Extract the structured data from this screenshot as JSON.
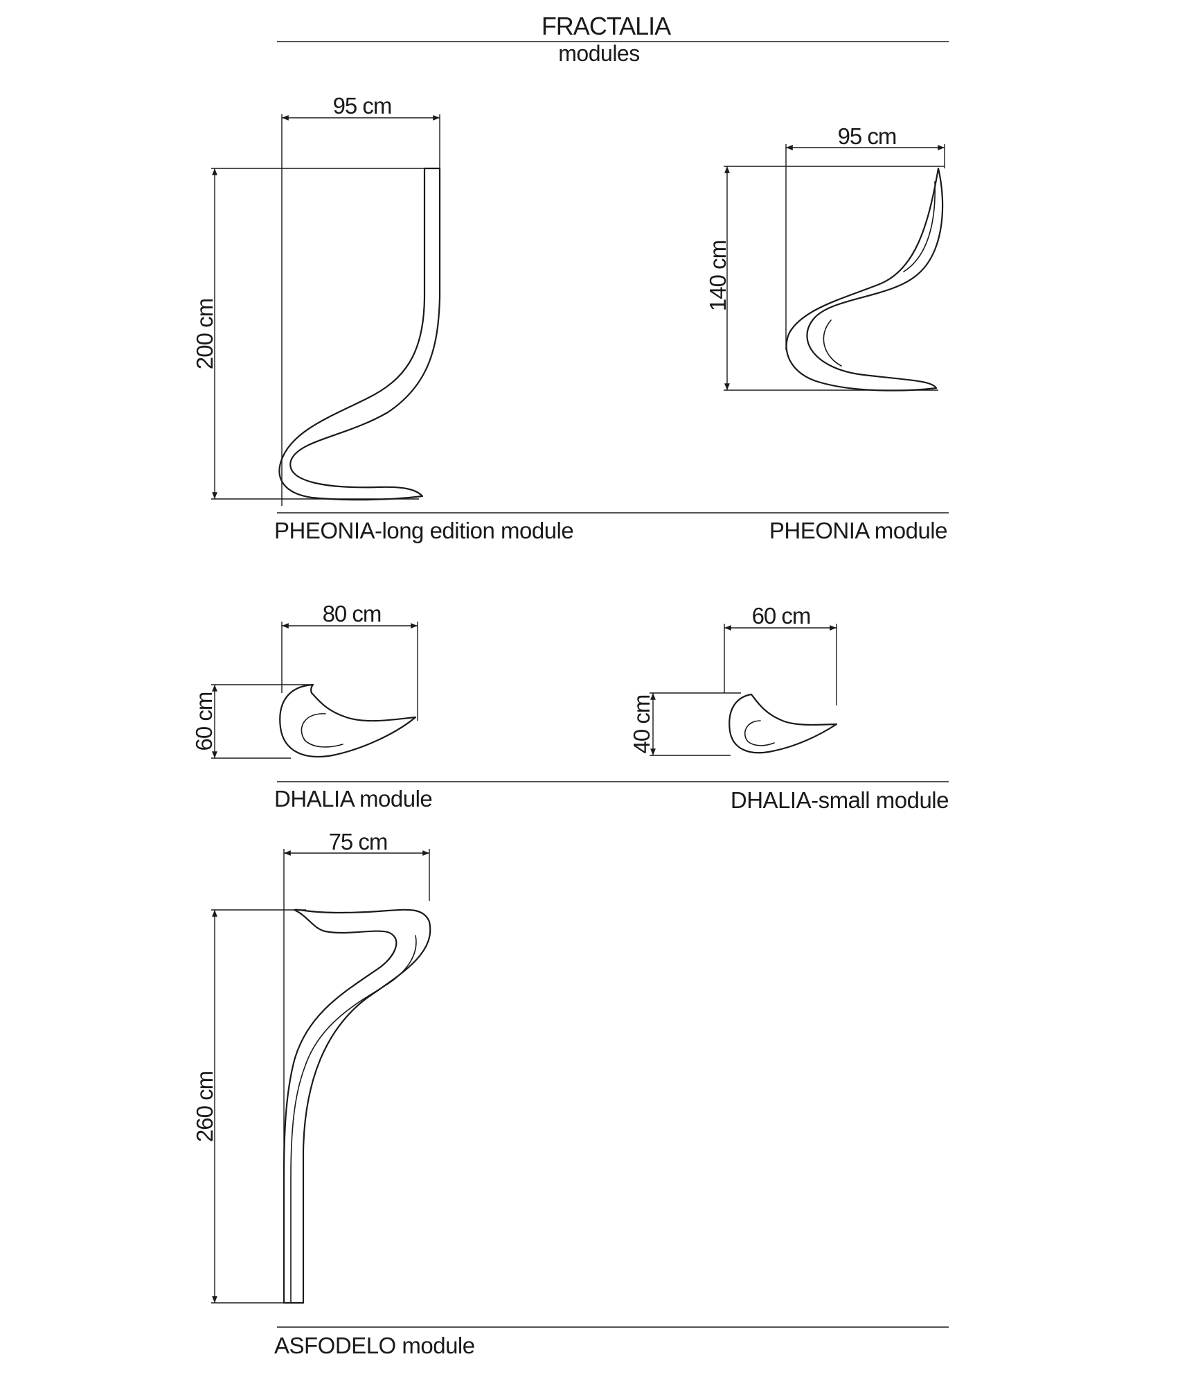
{
  "header": {
    "title": "FRACTALIA",
    "subtitle": "modules"
  },
  "modules": {
    "pheonia_long": {
      "label": "PHEONIA-long edition module",
      "width": "95 cm",
      "height": "200 cm"
    },
    "pheonia": {
      "label": "PHEONIA module",
      "width": "95 cm",
      "height": "140 cm"
    },
    "dhalia": {
      "label": "DHALIA module",
      "width": "80 cm",
      "height": "60 cm"
    },
    "dhalia_small": {
      "label": "DHALIA-small module",
      "width": "60 cm",
      "height": "40 cm"
    },
    "asfodelo": {
      "label": "ASFODELO module",
      "width": "75 cm",
      "height": "260 cm"
    }
  }
}
